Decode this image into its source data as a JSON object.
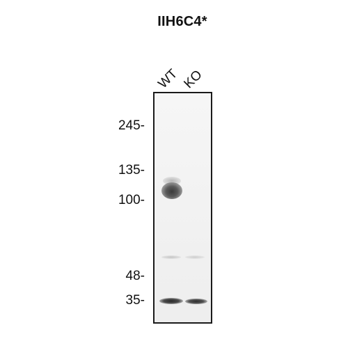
{
  "title": "IIH6C4*",
  "lanes": [
    {
      "label": "WT"
    },
    {
      "label": "KO"
    }
  ],
  "markers": [
    {
      "label": "245-"
    },
    {
      "label": "135-"
    },
    {
      "label": "100-"
    },
    {
      "label": "48-"
    },
    {
      "label": "35-"
    }
  ]
}
